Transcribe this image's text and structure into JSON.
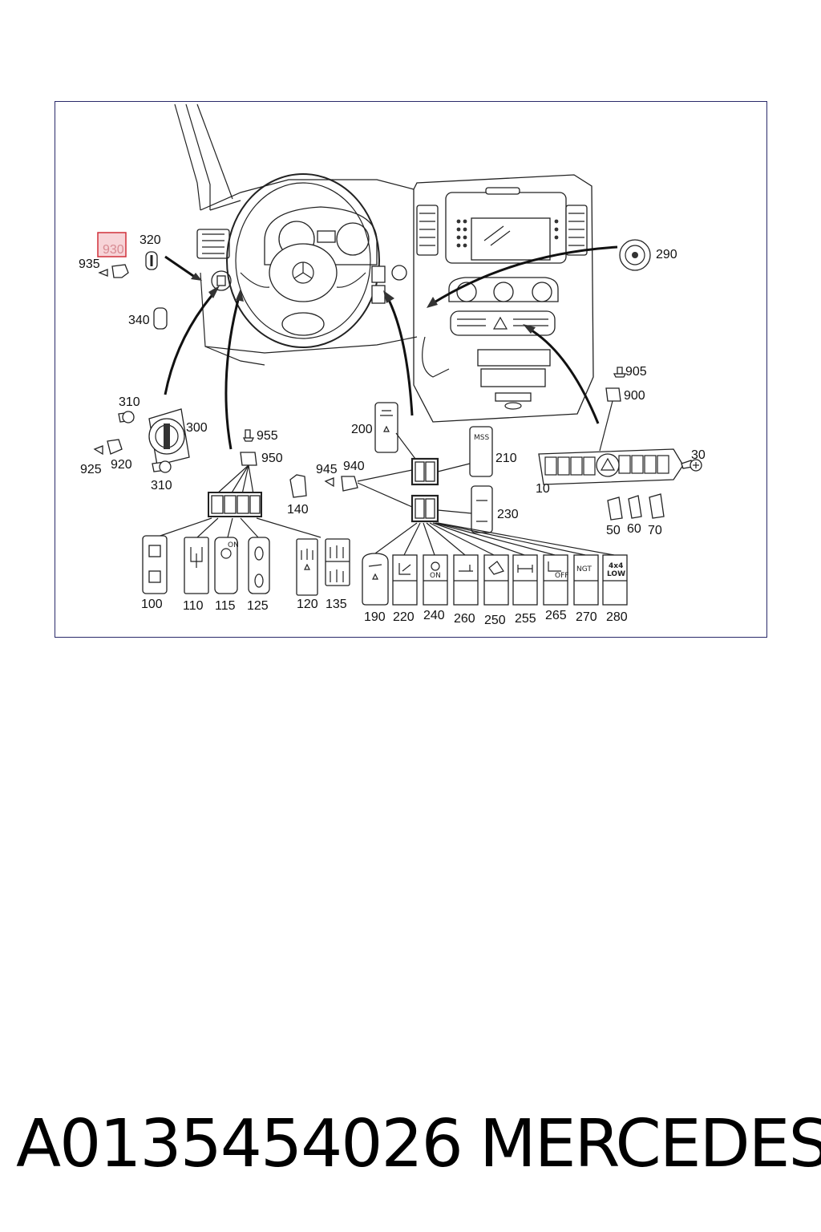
{
  "diagram": {
    "callouts": {
      "c930": "930",
      "c935": "935",
      "c320": "320",
      "c340": "340",
      "c310a": "310",
      "c300": "300",
      "c925": "925",
      "c920": "920",
      "c310b": "310",
      "c955": "955",
      "c950": "950",
      "c140": "140",
      "c200": "200",
      "c210": "210",
      "c945": "945",
      "c940": "940",
      "c230": "230",
      "c290": "290",
      "c905": "905",
      "c900": "900",
      "c30": "30",
      "c10": "10",
      "c50": "50",
      "c60": "60",
      "c70": "70",
      "c100": "100",
      "c110": "110",
      "c115": "115",
      "c125": "125",
      "c120": "120",
      "c135": "135",
      "c190": "190",
      "c220": "220",
      "c240": "240",
      "c260": "260",
      "c250": "250",
      "c255": "255",
      "c265": "265",
      "c270": "270",
      "c280": "280"
    },
    "switch_texts": {
      "mss": "MSS",
      "on115": "ON",
      "on240": "ON",
      "off265": "OFF",
      "ngt": "NGT",
      "fourx4": "4x4",
      "low": "LOW"
    },
    "highlight_color": "#d0303a"
  },
  "caption": {
    "part_number": "A0135454026",
    "brand": "MERCEDES"
  }
}
